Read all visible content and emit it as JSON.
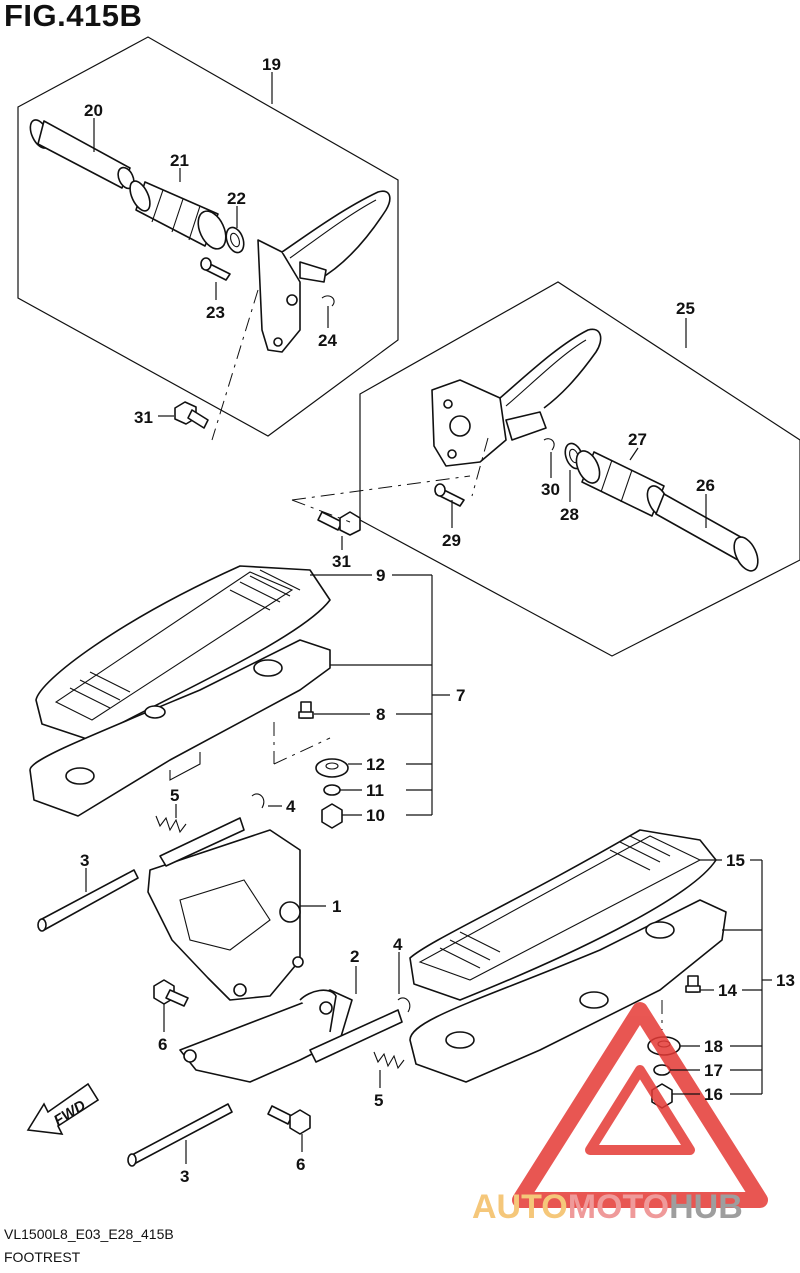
{
  "figure_title": "FIG.415B",
  "footer": {
    "model_code": "VL1500L8_E03_E28_415B",
    "section_name": "FOOTREST"
  },
  "watermark": {
    "part1": "AUTO",
    "part2": "MOTO",
    "part3": "HUB",
    "colors": {
      "auto": "#f5c77a",
      "moto": "#ef9a9a",
      "hub": "#9e9e9e",
      "triangle": "#e53935"
    }
  },
  "fwd_label": "FWD",
  "callouts": {
    "c19": "19",
    "c20": "20",
    "c21": "21",
    "c22": "22",
    "c23": "23",
    "c24": "24",
    "c31a": "31",
    "c25": "25",
    "c27": "27",
    "c26": "26",
    "c30": "30",
    "c28": "28",
    "c29": "29",
    "c31b": "31",
    "c9": "9",
    "c7": "7",
    "c8": "8",
    "c12": "12",
    "c11": "11",
    "c10": "10",
    "c5a": "5",
    "c4a": "4",
    "c3a": "3",
    "c1": "1",
    "c2": "2",
    "c4b": "4",
    "c6a": "6",
    "c5b": "5",
    "c3b": "3",
    "c6b": "6",
    "c15": "15",
    "c13": "13",
    "c14": "14",
    "c18": "18",
    "c17": "17",
    "c16": "16"
  }
}
